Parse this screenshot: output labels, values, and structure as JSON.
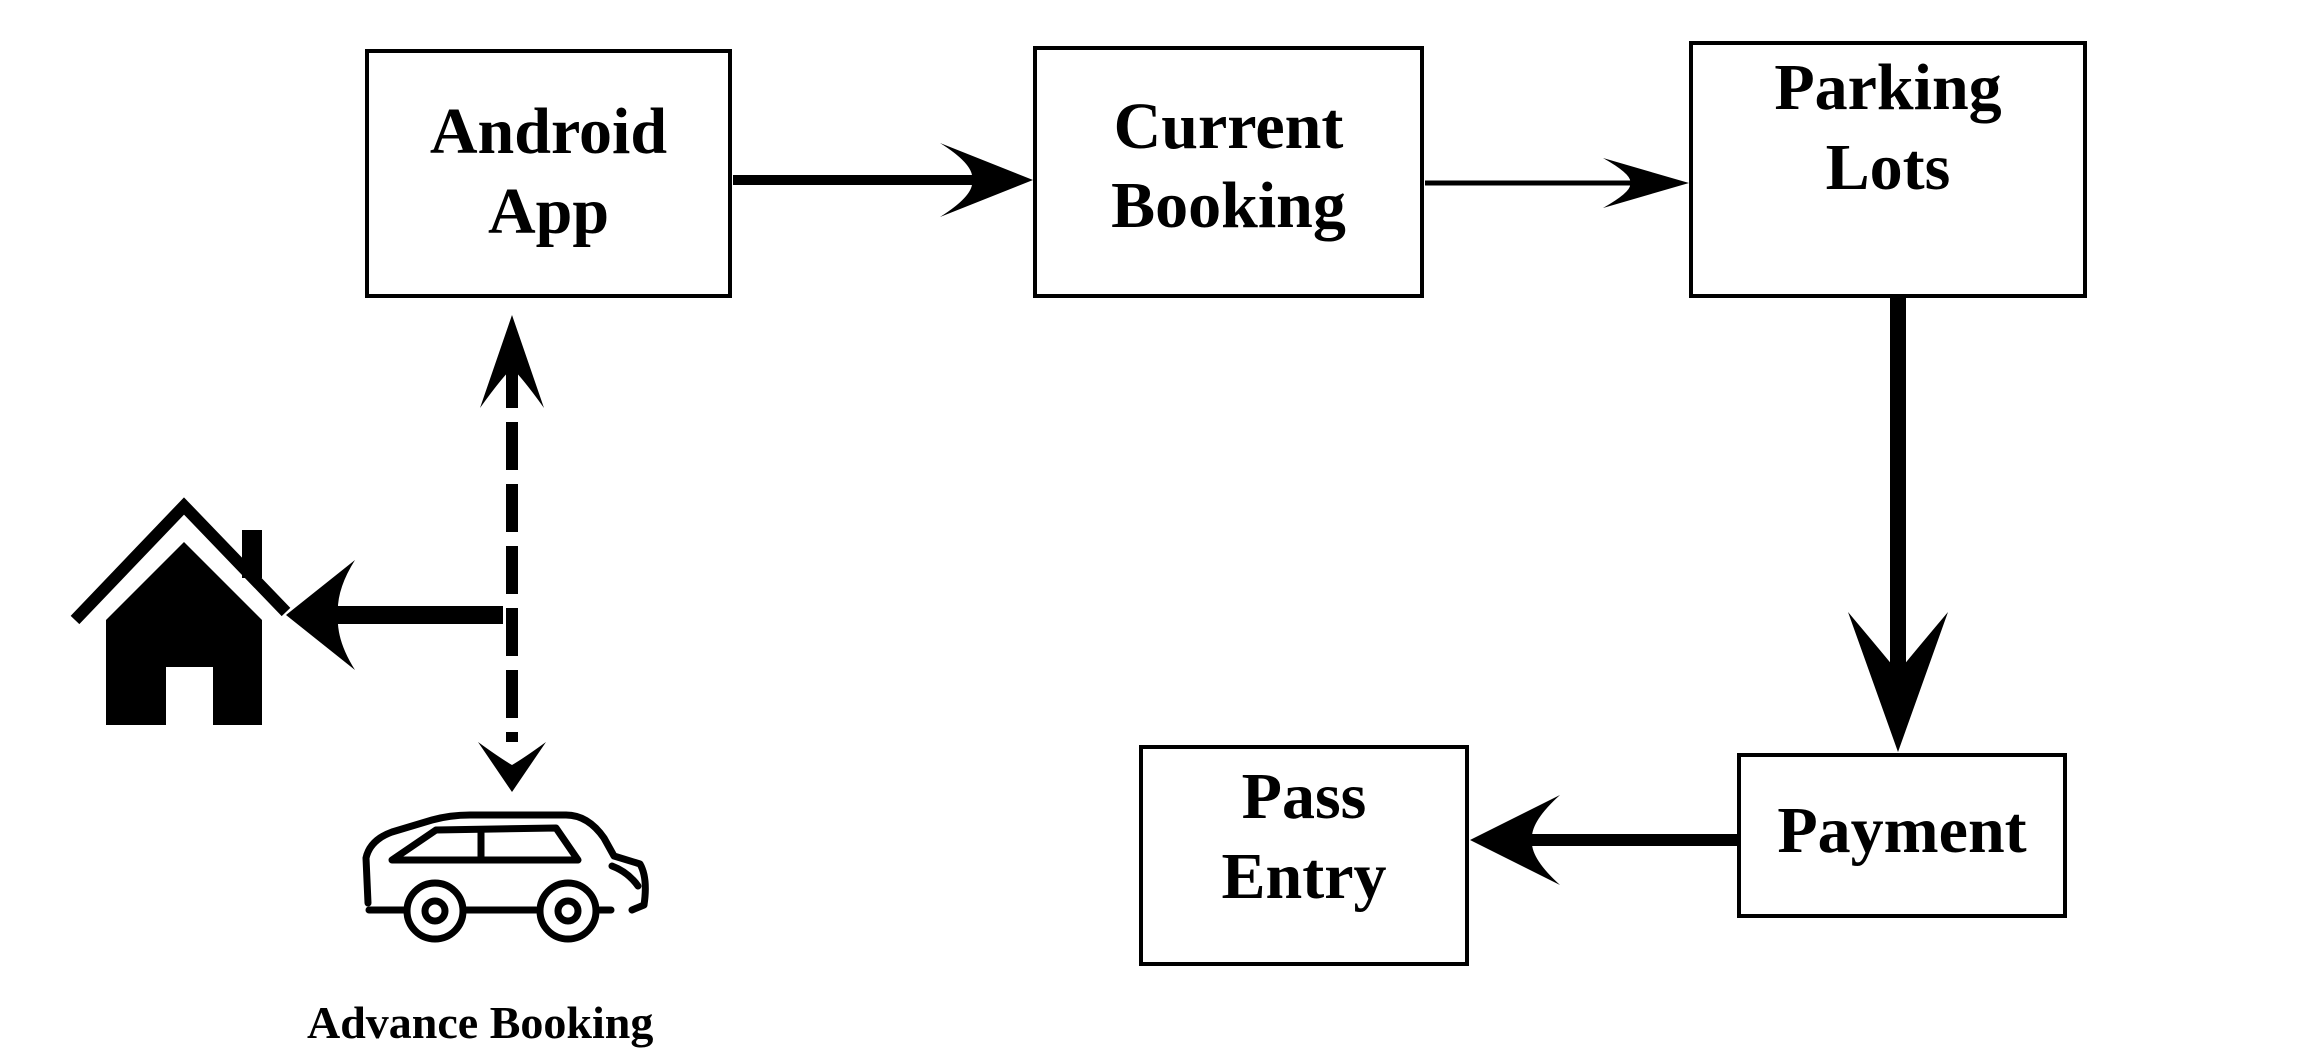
{
  "nodes": {
    "android_app": "Android\nApp",
    "current_booking": "Current\nBooking",
    "parking_lots": "Parking\nLots",
    "payment": "Payment",
    "pass_entry": "Pass\nEntry"
  },
  "labels": {
    "advance_booking": "Advance Booking"
  },
  "icons": [
    "house-icon",
    "car-icon"
  ],
  "colors": {
    "stroke": "#000000",
    "background": "#ffffff"
  }
}
